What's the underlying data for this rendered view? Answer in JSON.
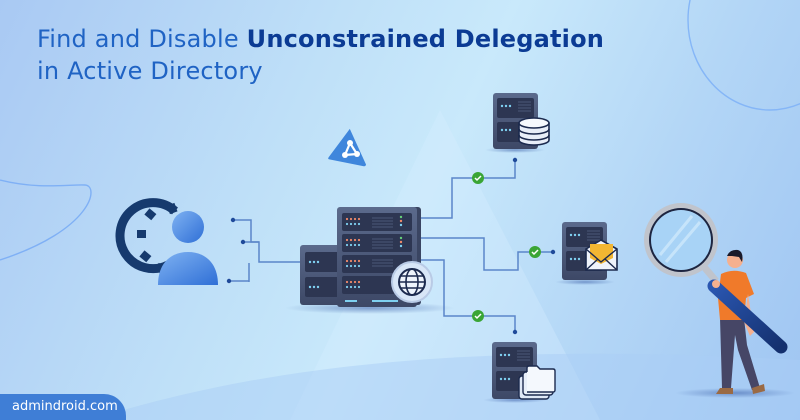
{
  "title": {
    "part1": "Find and Disable ",
    "highlight": "Unconstrained Delegation",
    "line2": "in Active Directory"
  },
  "brand": {
    "text": "admindroid.com"
  },
  "colors": {
    "title": "#1f63c4",
    "title_highlight": "#0b3b94",
    "brand_bg": "#3f7ed6",
    "server_body": "#4a5878",
    "server_panel": "#2d3652",
    "connector": "#5b86c9",
    "check": "#3aa535",
    "shirt": "#f07a2a",
    "magnifier_handle": "#1d3f8a"
  },
  "illustration": {
    "icons": [
      "user-gear-icon",
      "central-server-icon",
      "globe-icon",
      "active-directory-triangle-icon",
      "database-server-icon",
      "mail-server-icon",
      "file-server-icon",
      "check-icon",
      "magnifier-person-icon"
    ]
  }
}
